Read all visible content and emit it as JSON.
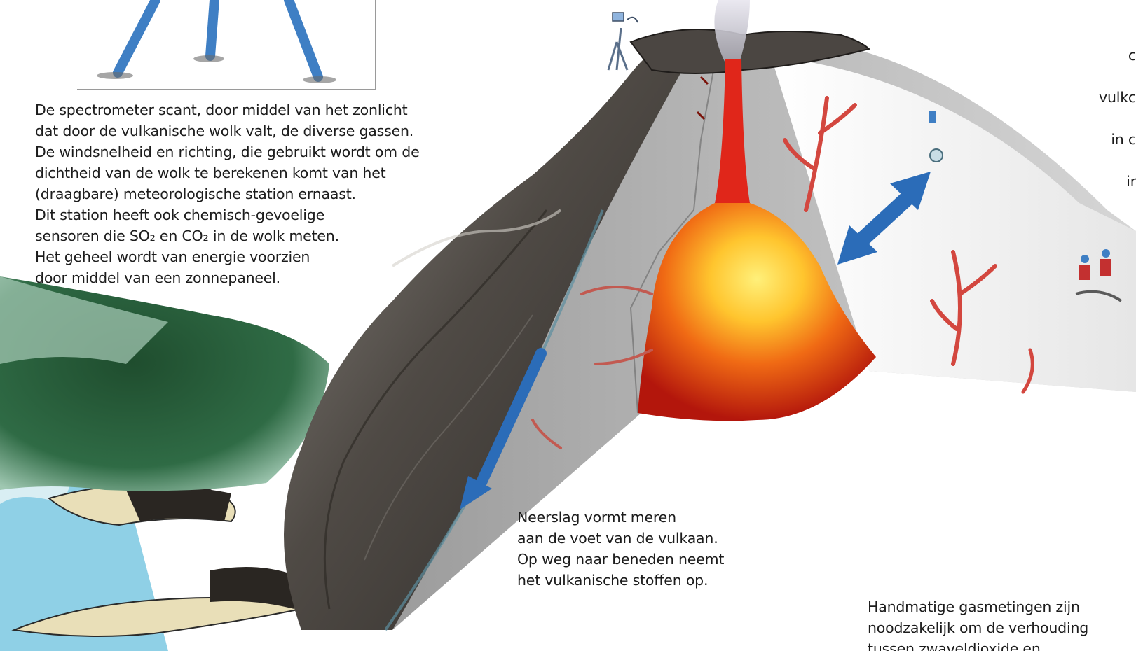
{
  "captions": {
    "spectrometer": "De spectrometer scant, door middel van het zonlicht\ndat door de vulkanische wolk valt, de diverse gassen.\nDe windsnelheid en richting, die gebruikt wordt om de\ndichtheid van de wolk te berekenen komt van het\n(draagbare) meteorologische station ernaast.\nDit station heeft ook chemisch-gevoelige\nsensoren die SO₂ en CO₂ in de wolk meten.\nHet geheel wordt van energie voorzien\ndoor middel van een zonnepaneel.",
    "rain": "Neerslag vormt meren\naan de voet van de vulkaan.\nOp weg naar beneden neemt\nhet vulkanische stoffen op.",
    "manual": "Handmatige gasmetingen zijn\nnoodzakelijk om de verhouding\ntussen zwaveldioxide en",
    "right_fragment": [
      "c",
      "vulkc",
      "in c",
      "ir"
    ]
  },
  "colors": {
    "rock_dark": "#4a4642",
    "rock_light": "#b7b3ad",
    "magma_core": "#ffd23a",
    "magma_outer": "#c3170c",
    "conduit": "#e0261a",
    "forest": "#2f6b45",
    "water": "#8fd0e6",
    "sand": "#e9dfb8",
    "arrow": "#2b6cb8",
    "plume": "#c9c9d2"
  },
  "icons": {
    "tripod": "spectrometer-tripod-icon",
    "station": "weather-station-icon",
    "sensor": "gas-sensor-icon",
    "people": "field-team-icon"
  }
}
